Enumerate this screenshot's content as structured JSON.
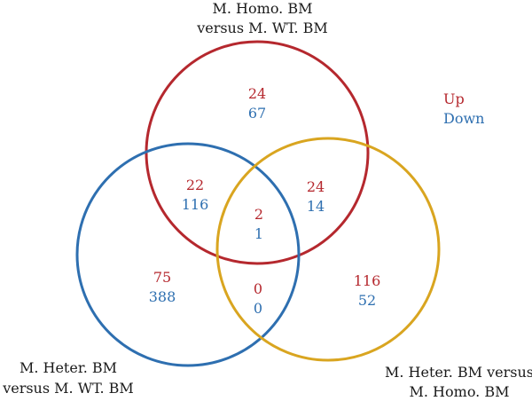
{
  "colors": {
    "red": "#b5282e",
    "blue": "#2e6fb0",
    "yellow": "#d9a520",
    "up": "#b5282e",
    "down": "#2e6fb0"
  },
  "legend": {
    "up": "Up",
    "down": "Down"
  },
  "sets": {
    "homo_vs_wt": {
      "line1": "M. Homo. BM",
      "line2": "versus M. WT. BM"
    },
    "heter_vs_wt": {
      "line1": "M. Heter. BM",
      "line2": "versus M. WT. BM"
    },
    "heter_vs_homo": {
      "line1": "M. Heter. BM versus",
      "line2": "M. Homo. BM"
    }
  },
  "regions": {
    "homo_only": {
      "up": "24",
      "down": "67"
    },
    "homo_heter": {
      "up": "22",
      "down": "116"
    },
    "homo_heterhomo": {
      "up": "24",
      "down": "14"
    },
    "all_three": {
      "up": "2",
      "down": "1"
    },
    "heter_only": {
      "up": "75",
      "down": "388"
    },
    "heter_heterhomo": {
      "up": "0",
      "down": "0"
    },
    "heterhomo_only": {
      "up": "116",
      "down": "52"
    }
  }
}
